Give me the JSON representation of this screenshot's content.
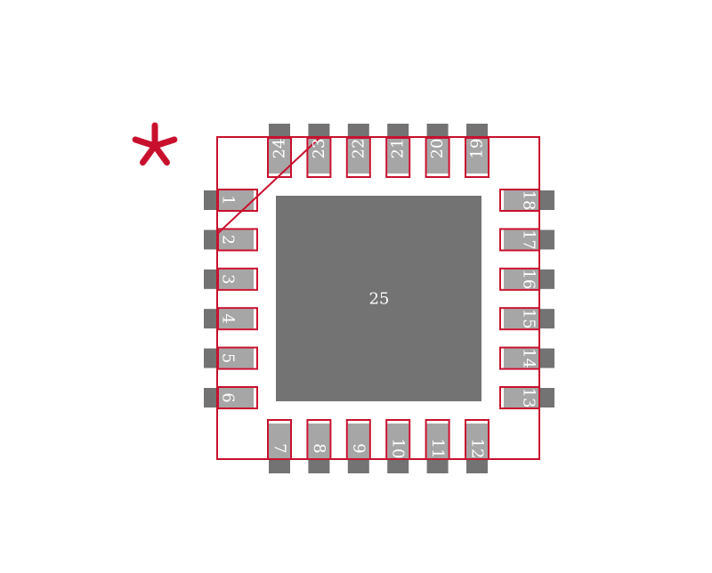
{
  "colors": {
    "background": "#ffffff",
    "pad": "#737373",
    "pad_highlight": "#a6a6a6",
    "outline": "#c8102e",
    "label": "#ffffff"
  },
  "pin1_marker": "pin-1-asterisk",
  "pins": {
    "left": [
      "1",
      "2",
      "3",
      "4",
      "5",
      "6"
    ],
    "bottom": [
      "7",
      "8",
      "9",
      "10",
      "11",
      "12"
    ],
    "right": [
      "13",
      "14",
      "15",
      "16",
      "17",
      "18"
    ],
    "top": [
      "19",
      "20",
      "21",
      "22",
      "23",
      "24"
    ]
  },
  "thermal_pad": {
    "label": "25"
  }
}
